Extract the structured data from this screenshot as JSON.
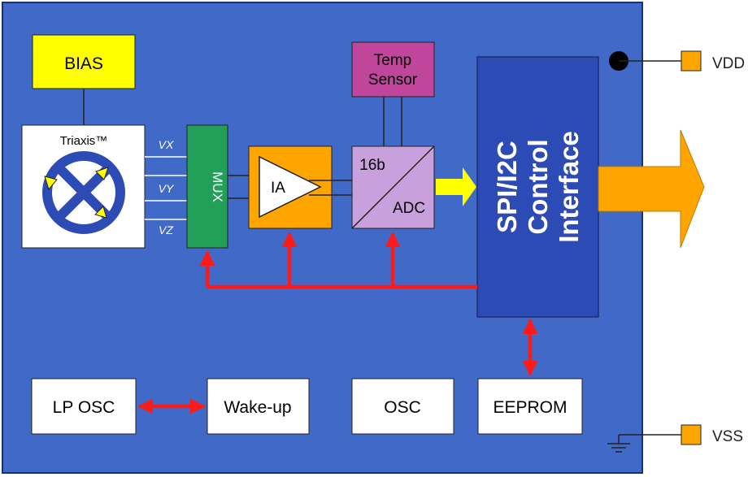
{
  "blocks": {
    "bias": "BIAS",
    "sensor_brand": "Triaxis™",
    "vx": "VX",
    "vy": "VY",
    "vz": "VZ",
    "mux": "MUX",
    "ia": "IA",
    "temp_sensor_line1": "Temp",
    "temp_sensor_line2": "Sensor",
    "adc_bits": "16b",
    "adc": "ADC",
    "interface_line1": "SPI/I2C",
    "interface_line2": "Control",
    "interface_line3": "Interface",
    "lp_osc": "LP OSC",
    "wakeup": "Wake-up",
    "osc": "OSC",
    "eeprom": "EEPROM"
  },
  "pins": {
    "vdd": "VDD",
    "vss": "VSS"
  },
  "colors": {
    "chip_blue": "#4169C8",
    "interface_blue": "#2D4BB4",
    "bias_yellow": "#FFFF00",
    "amp_orange": "#FFA500",
    "mux_green": "#22A05A",
    "temp_magenta": "#C0469B",
    "adc_lilac": "#C8A0DC",
    "arrow_red": "#FF1A1A",
    "output_yellow": "#FFFF00"
  }
}
